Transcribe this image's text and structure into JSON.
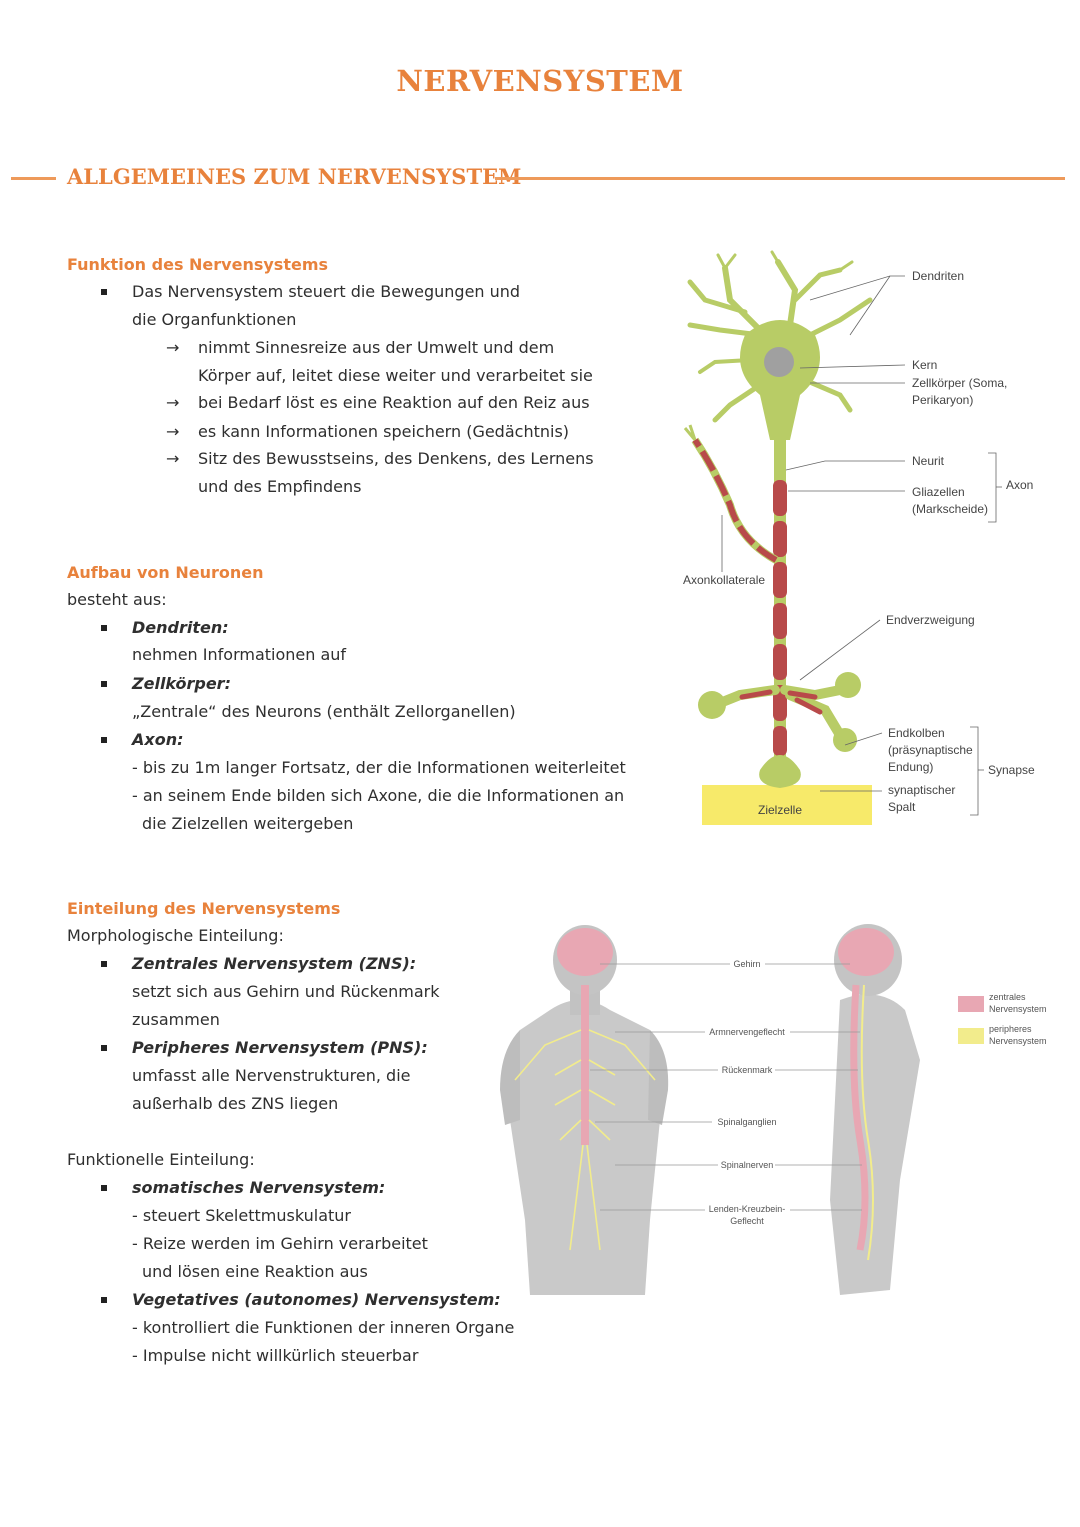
{
  "page": {
    "title": "NERVENSYSTEM",
    "section_title": "ALLGEMEINES ZUM NERVENSYSTEM"
  },
  "colors": {
    "accent": "#e8823c",
    "dendrite_green": "#b8cc66",
    "myelin_red": "#b84a4a",
    "target_yellow": "#f7ea6a",
    "cns_pink": "#e8a7b3",
    "pns_yellow": "#f2ec8c"
  },
  "funktion": {
    "heading": "Funktion des Nervensystems",
    "bullet_line1": "Das Nervensystem steuert die Bewegungen und",
    "bullet_line2": "die Organfunktionen",
    "arrow1_line1": "nimmt Sinnesreize aus der Umwelt und dem",
    "arrow1_line2": "Körper auf, leitet diese weiter und verarbeitet sie",
    "arrow2": "bei Bedarf löst es eine Reaktion auf den Reiz aus",
    "arrow3": "es kann Informationen speichern (Gedächtnis)",
    "arrow4_line1": "Sitz des Bewusstseins, des Denkens, des Lernens",
    "arrow4_line2": "und des Empfindens"
  },
  "aufbau": {
    "heading": "Aufbau von Neuronen",
    "intro": "besteht aus:",
    "dendriten_term": "Dendriten:",
    "dendriten_desc": "nehmen Informationen auf",
    "zellkoerper_term": "Zellkörper:",
    "zellkoerper_desc": "„Zentrale“ des Neurons (enthält Zellorganellen)",
    "axon_term": "Axon:",
    "axon_desc1": "- bis zu 1m langer Fortsatz, der die Informationen weiterleitet",
    "axon_desc2": "- an seinem Ende bilden sich Axone, die die Informationen an",
    "axon_desc3": "die Zielzellen weitergeben"
  },
  "neuron_labels": {
    "dendriten": "Dendriten",
    "kern": "Kern",
    "zellkoerper1": "Zellkörper (Soma,",
    "zellkoerper2": "Perikaryon)",
    "neurit": "Neurit",
    "glia1": "Gliazellen",
    "glia2": "(Markscheide)",
    "axon": "Axon",
    "axonkollaterale": "Axonkollaterale",
    "endverzweigung": "Endverzweigung",
    "endkolben1": "Endkolben",
    "endkolben2": "(präsynaptische",
    "endkolben3": "Endung)",
    "spalt1": "synaptischer",
    "spalt2": "Spalt",
    "synapse": "Synapse",
    "zielzelle": "Zielzelle"
  },
  "einteilung": {
    "heading": "Einteilung des Nervensystems",
    "morph_intro": "Morphologische Einteilung:",
    "zns_term": "Zentrales Nervensystem (ZNS):",
    "zns_desc1": "setzt sich aus Gehirn und Rückenmark",
    "zns_desc2": "zusammen",
    "pns_term": "Peripheres Nervensystem (PNS):",
    "pns_desc1": "umfasst alle Nervenstrukturen, die",
    "pns_desc2": "außerhalb des ZNS liegen",
    "funk_intro": "Funktionelle Einteilung:",
    "som_term": "somatisches Nervensystem:",
    "som_desc1": "- steuert Skelettmuskulatur",
    "som_desc2": "- Reize werden im Gehirn verarbeitet",
    "som_desc3": "und lösen eine Reaktion aus",
    "veg_term": "Vegetatives (autonomes) Nervensystem:",
    "veg_desc1": "- kontrolliert die Funktionen der inneren Organe",
    "veg_desc2": "- Impulse nicht willkürlich steuerbar"
  },
  "body_labels": {
    "gehirn": "Gehirn",
    "armnervengeflecht": "Armnervengeflecht",
    "rueckenmark": "Rückenmark",
    "spinalganglien": "Spinalganglien",
    "spinalnerven": "Spinalnerven",
    "lenden1": "Lenden-Kreuzbein-",
    "lenden2": "Geflecht"
  },
  "legend": {
    "zns1": "zentrales",
    "zns2": "Nervensystem",
    "pns1": "peripheres",
    "pns2": "Nervensystem"
  }
}
